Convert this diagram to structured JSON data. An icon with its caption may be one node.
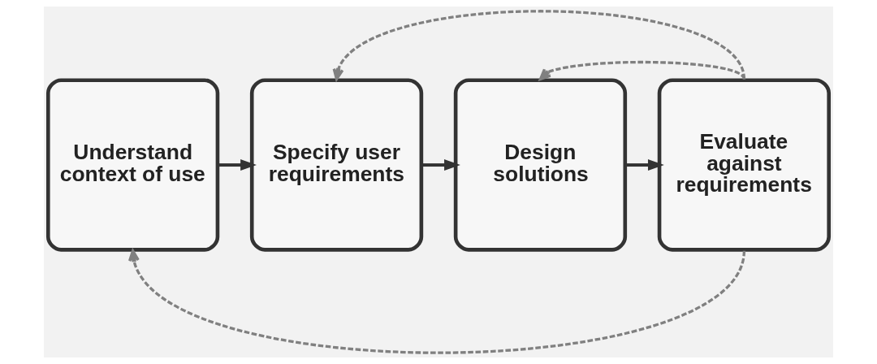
{
  "diagram": {
    "nodes": [
      {
        "text": [
          "Understand context of use"
        ]
      },
      {
        "text": [
          "Specify user requirements"
        ]
      },
      {
        "text": [
          "Design solutions"
        ]
      },
      {
        "text": [
          "Evaluate against requirements"
        ]
      }
    ],
    "edges": [
      {
        "from": 0,
        "to": 1,
        "arrow": "to"
      },
      {
        "from": 1,
        "to": 2,
        "arrow": "to"
      },
      {
        "from": 2,
        "to": 3,
        "arrow": "to"
      },
      {
        "from": 3,
        "to": 1,
        "arrow": "to",
        "style": "dashed",
        "color": "#808080"
      },
      {
        "from": 3,
        "to": 2,
        "arrow": "to",
        "style": "dashed",
        "color": "#808080"
      },
      {
        "from": 3,
        "to": 0,
        "arrow": "to",
        "style": "dashed",
        "color": "#808080"
      }
    ]
  }
}
